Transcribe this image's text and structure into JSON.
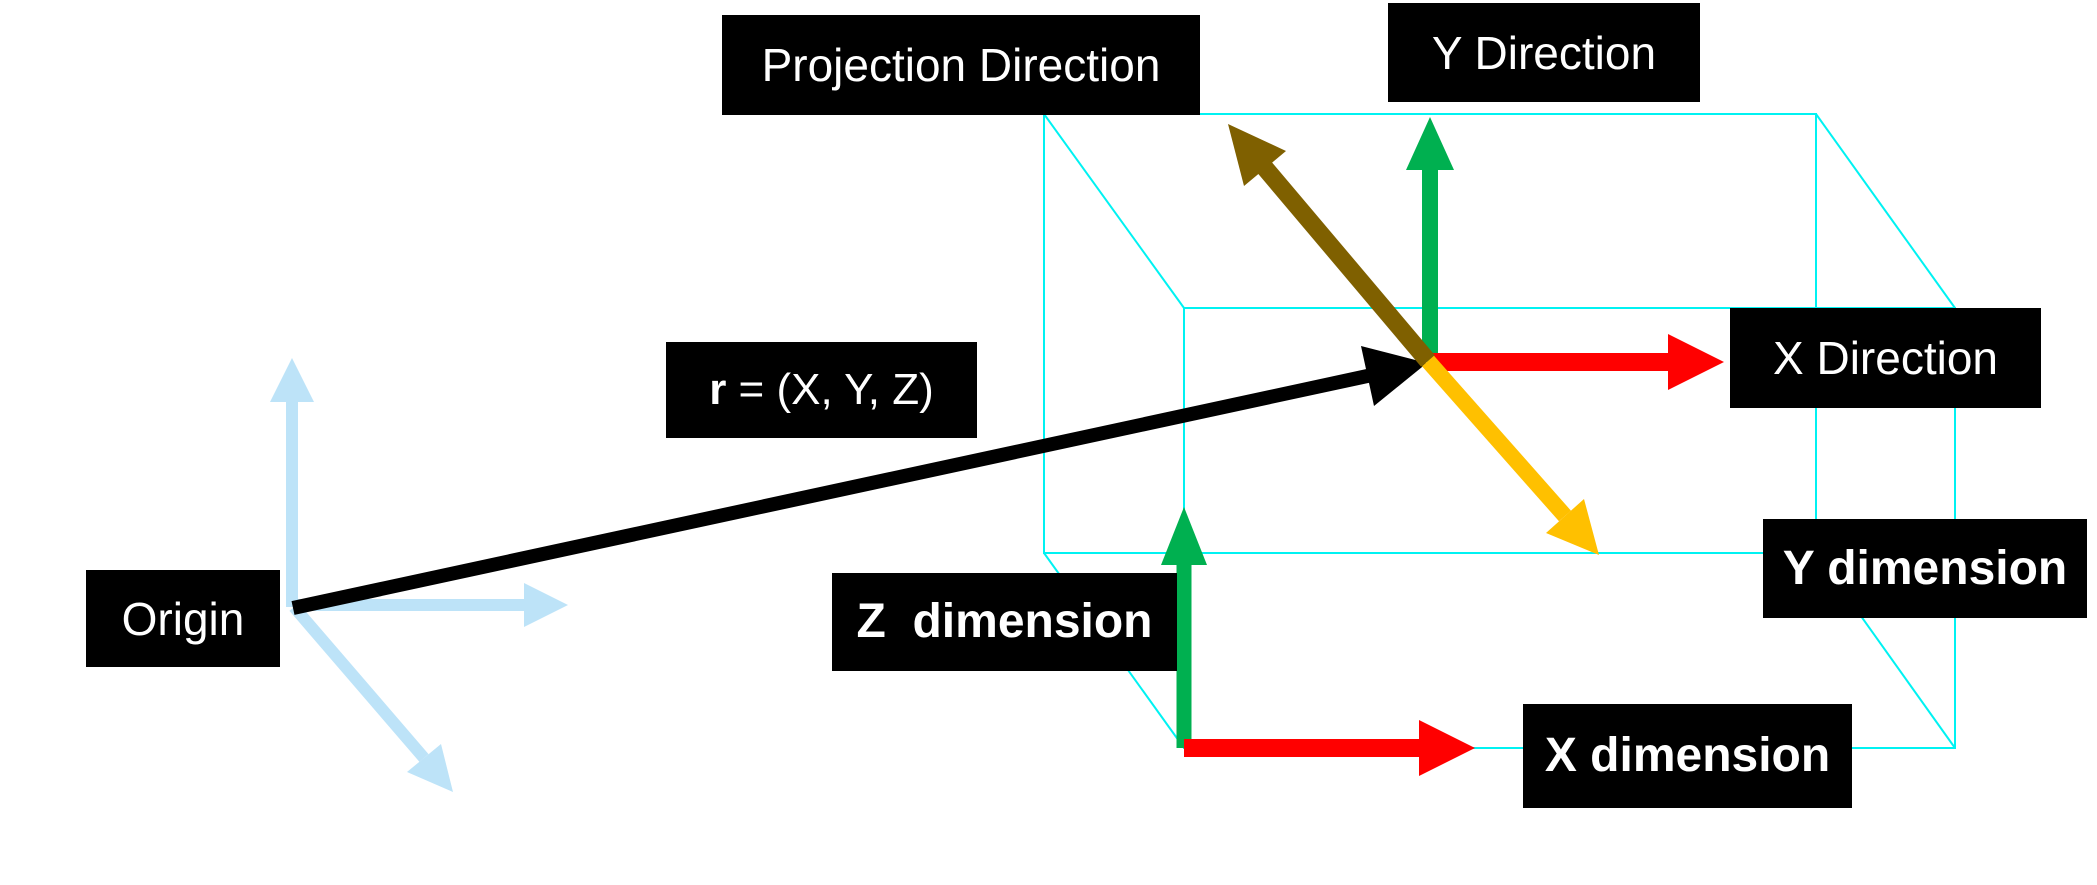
{
  "title": "3D coordinate projection diagram",
  "labels": {
    "projection_direction": "Projection Direction",
    "y_direction": "Y Direction",
    "x_direction": "X Direction",
    "y_dimension": "Y dimension",
    "x_dimension": "X dimension",
    "z_dimension": "Z  dimension",
    "origin": "Origin",
    "r_vector_bold": "r",
    "r_vector_rest": " = (X, Y, Z)"
  },
  "colors": {
    "cyan": "#00F2F2",
    "green": "#00B050",
    "red": "#FF0000",
    "brown": "#7F6000",
    "orange": "#FFC000",
    "light_blue": "#BDE3F8",
    "black": "#000000",
    "label_bg": "#000000",
    "label_text": "#FFFFFF",
    "background": "#FFFFFF"
  },
  "arrows": [
    {
      "name": "r-vector-arrow",
      "color_key": "black",
      "points_to": "projection center",
      "label": "r = (X, Y, Z)"
    },
    {
      "name": "origin-up-axis-arrow",
      "color_key": "light_blue"
    },
    {
      "name": "origin-right-axis-arrow",
      "color_key": "light_blue"
    },
    {
      "name": "origin-diagonal-axis-arrow",
      "color_key": "light_blue"
    },
    {
      "name": "y-direction-arrow",
      "color_key": "green"
    },
    {
      "name": "x-direction-arrow",
      "color_key": "red"
    },
    {
      "name": "projection-direction-arrow",
      "color_key": "brown"
    },
    {
      "name": "projection-through-arrow",
      "color_key": "orange"
    },
    {
      "name": "z-dimension-arrow",
      "color_key": "green"
    },
    {
      "name": "x-dimension-arrow",
      "color_key": "red"
    }
  ],
  "wireframe": {
    "name": "detector-volume-box",
    "style": "cyan wireframe parallelepiped"
  }
}
